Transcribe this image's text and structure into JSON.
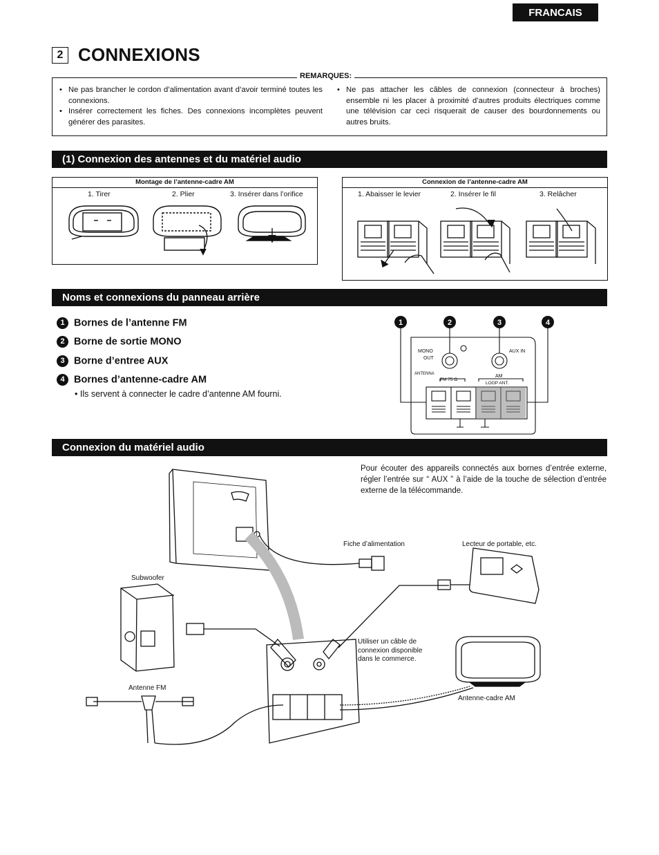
{
  "header": {
    "language": "FRANCAIS"
  },
  "title": {
    "number": "2",
    "text": "CONNEXIONS"
  },
  "notes": {
    "title": "REMARQUES:",
    "left": [
      "Ne pas brancher le cordon d’alimentation avant d’avoir terminé toutes les connexions.",
      "Insérer correctement les fiches. Des connexions incomplètes peuvent générer des parasites."
    ],
    "right": [
      "Ne pas attacher les câbles de connexion (connecteur à broches) ensemble ni les placer à proximité d’autres produits électriques comme une télévision car ceci risquerait de causer des bourdonnements ou autres bruits."
    ]
  },
  "section1": {
    "title": "(1) Connexion des antennes et du matériel audio",
    "fig_left": {
      "title": "Montage de l’antenne-cadre AM",
      "steps": [
        "1. Tirer",
        "2. Plier",
        "3. Insérer dans l’orifice"
      ]
    },
    "fig_right": {
      "title": "Connexion de l’antenne-cadre AM",
      "steps": [
        "1. Abaisser le levier",
        "2. Insérer le fil",
        "3. Relâcher"
      ]
    }
  },
  "section2": {
    "title": "Noms et connexions du panneau arrière",
    "items": [
      {
        "num": "1",
        "label": "Bornes de l’antenne FM"
      },
      {
        "num": "2",
        "label": "Borne de sortie MONO"
      },
      {
        "num": "3",
        "label": "Borne d’entree AUX"
      },
      {
        "num": "4",
        "label": "Bornes d’antenne-cadre AM"
      }
    ],
    "item4_note": "Ils servent à connecter le cadre d’antenne AM fourni.",
    "panel": {
      "mono_out": "MONO OUT",
      "aux_in": "AUX IN",
      "antenna": "ANTENNA",
      "fm": "FM 75 Ω",
      "am": "AM",
      "loop_ant": "LOOP ANT."
    }
  },
  "section3": {
    "title": "Connexion du matériel audio",
    "description": "Pour écouter des appareils connectés aux bornes d’entrée externe, régler l’entrée sur “ AUX ” à l’aide de la touche de sélection d’entrée externe de la télécommande.",
    "labels": {
      "power_plug": "Fiche d’alimentation",
      "portable_player": "Lecteur de portable, etc.",
      "subwoofer": "Subwoofer",
      "cable_note": "Utiliser un câble de connexion disponible dans le commerce.",
      "fm_antenna": "Antenne FM",
      "am_antenna": "Antenne-cadre AM"
    }
  }
}
